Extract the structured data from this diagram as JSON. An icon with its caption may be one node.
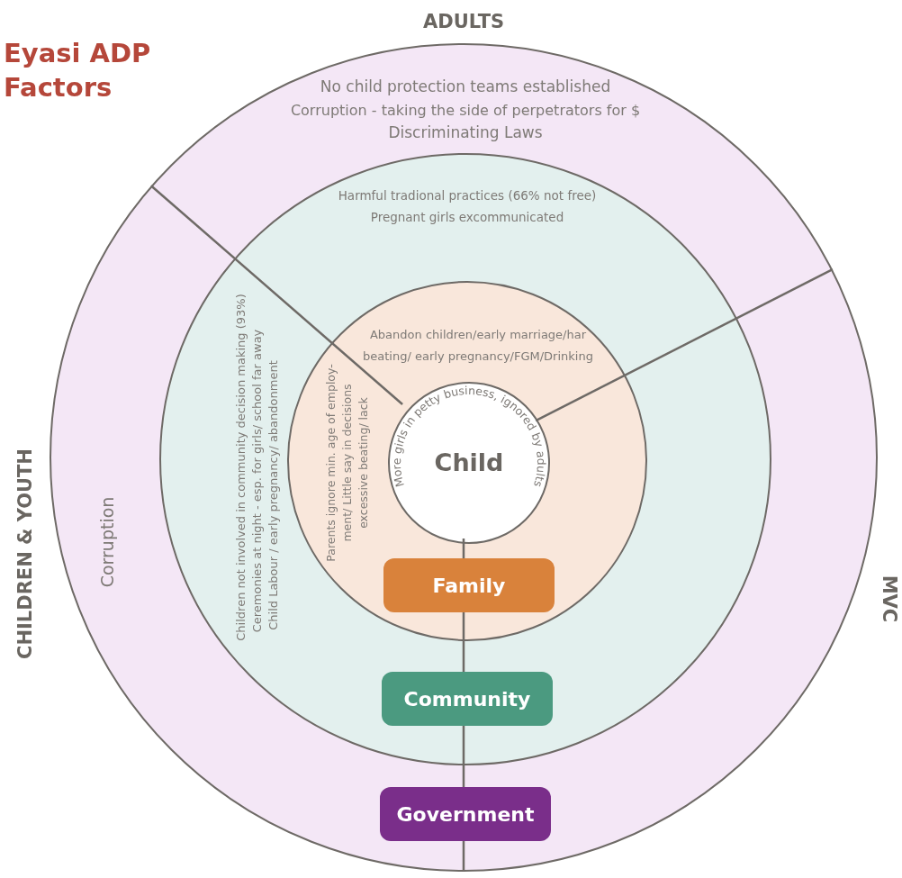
{
  "diagram": {
    "title": "Eyasi ADP Factors",
    "nodes": [
      {
        "text": [
          "No child protection teams established",
          "Corruption - taking the side of perpetrators for $",
          "Discriminating Laws",
          "Corruption"
        ]
      },
      {
        "text": [
          "Harmful tradional practices (66% not free)",
          "Pregnant girls excommunicated",
          "Children not involved in community decision making (93%)",
          "Ceremonies at night - esp. for girls/ school far away",
          "Child Labour / early pregnancy/ abandonment"
        ],
        "in": 0
      },
      {
        "text": [
          "Abandon children/early marriage/har beating/ early pregnancy/FGM/Drinking",
          "Parents ignore min. age of employ- ment/ Little say in decisions excessive beating/ lack"
        ],
        "in": 1
      },
      {
        "text": [
          "Child",
          "More girls in petty business, ignored by adults"
        ],
        "in": 2
      },
      {
        "text": [
          "Family"
        ],
        "in": 2
      },
      {
        "text": [
          "Community"
        ],
        "in": 1
      },
      {
        "text": [
          "Government"
        ],
        "in": 0
      }
    ],
    "labels": [
      "ADULTS",
      "CHILDREN & YOUTH",
      "MVC"
    ]
  }
}
